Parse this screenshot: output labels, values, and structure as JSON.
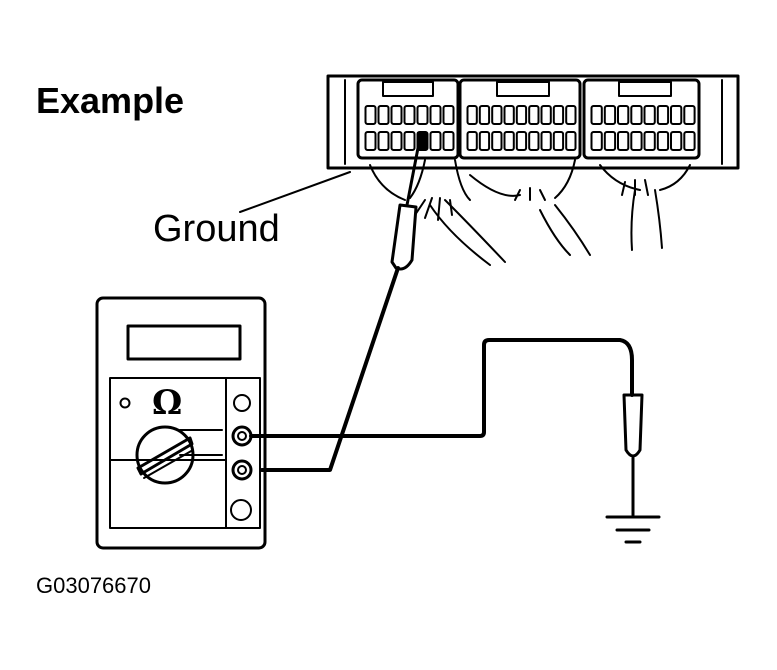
{
  "title": "Example",
  "ground_label": "Ground",
  "figure_code": "G03076670",
  "meter_symbol": "Ω"
}
